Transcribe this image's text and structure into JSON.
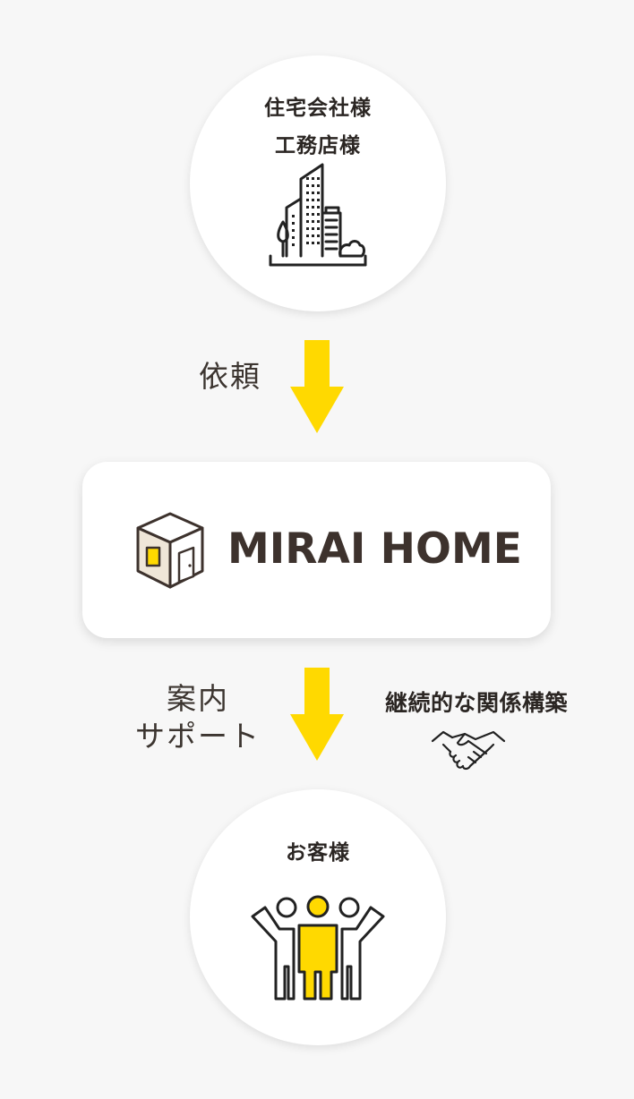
{
  "top_node": {
    "line1": "住宅会社様",
    "line2": "工務店様",
    "icon": "buildings-icon"
  },
  "request_label": "依頼",
  "company": {
    "name": "MIRAI HOME",
    "icon": "house-box-icon"
  },
  "support_label": {
    "line1": "案内",
    "line2": "サポート"
  },
  "relationship": {
    "label": "継続的な関係構築",
    "icon": "handshake-icon"
  },
  "bottom_node": {
    "label": "お客様",
    "icon": "people-icon"
  },
  "colors": {
    "accent": "#ffd900",
    "text": "#3c3530",
    "background": "#f7f7f7"
  }
}
